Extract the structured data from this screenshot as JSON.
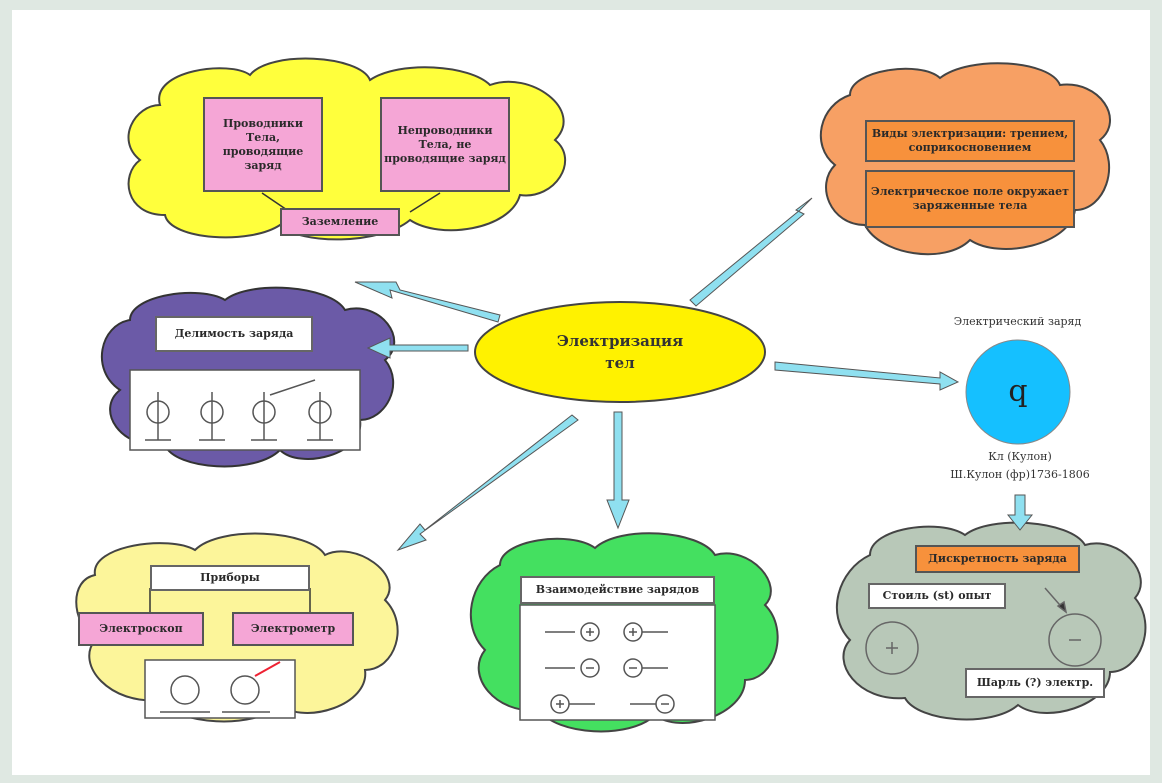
{
  "title": "Электризация тел",
  "title_line1": "Электризация",
  "title_line2": "тел",
  "top_left": {
    "box1": "Проводники Тела, проводящие заряд",
    "box2": "Непроводники Тела, не проводящие заряд",
    "bottom": "Заземление"
  },
  "top_right": {
    "box1": "Виды электризации: трением, соприкосновением",
    "box2": "Электрическое поле окружает заряженные тела"
  },
  "left_mid": {
    "title": "Делимость заряда"
  },
  "bottom_left": {
    "title": "Приборы",
    "left": "Электроскоп",
    "right": "Электрометр"
  },
  "bottom_mid": {
    "title": "Взаимодействие зарядов"
  },
  "right": {
    "header": "Электрический заряд",
    "symbol": "q",
    "unit_line1": "Кл (Кулон)",
    "unit_line2": "Ш.Кулон (фр)1736-1806",
    "box_orange": "Дискретность заряда",
    "label1": "Стоиль (st) опыт",
    "label2": "Шарль (?) электр."
  },
  "colors": {
    "yellow_cloud": "#ffff3c",
    "purple_cloud": "#6b5aa7",
    "orange_cloud": "#f7a064",
    "light_yellow_cloud": "#fcf59a",
    "green_cloud": "#44e060",
    "gray_cloud": "#b8c8b8",
    "center_ellipse": "#fff200",
    "charge_circle": "#15c0ff",
    "arrow": "#8fe0f0"
  }
}
